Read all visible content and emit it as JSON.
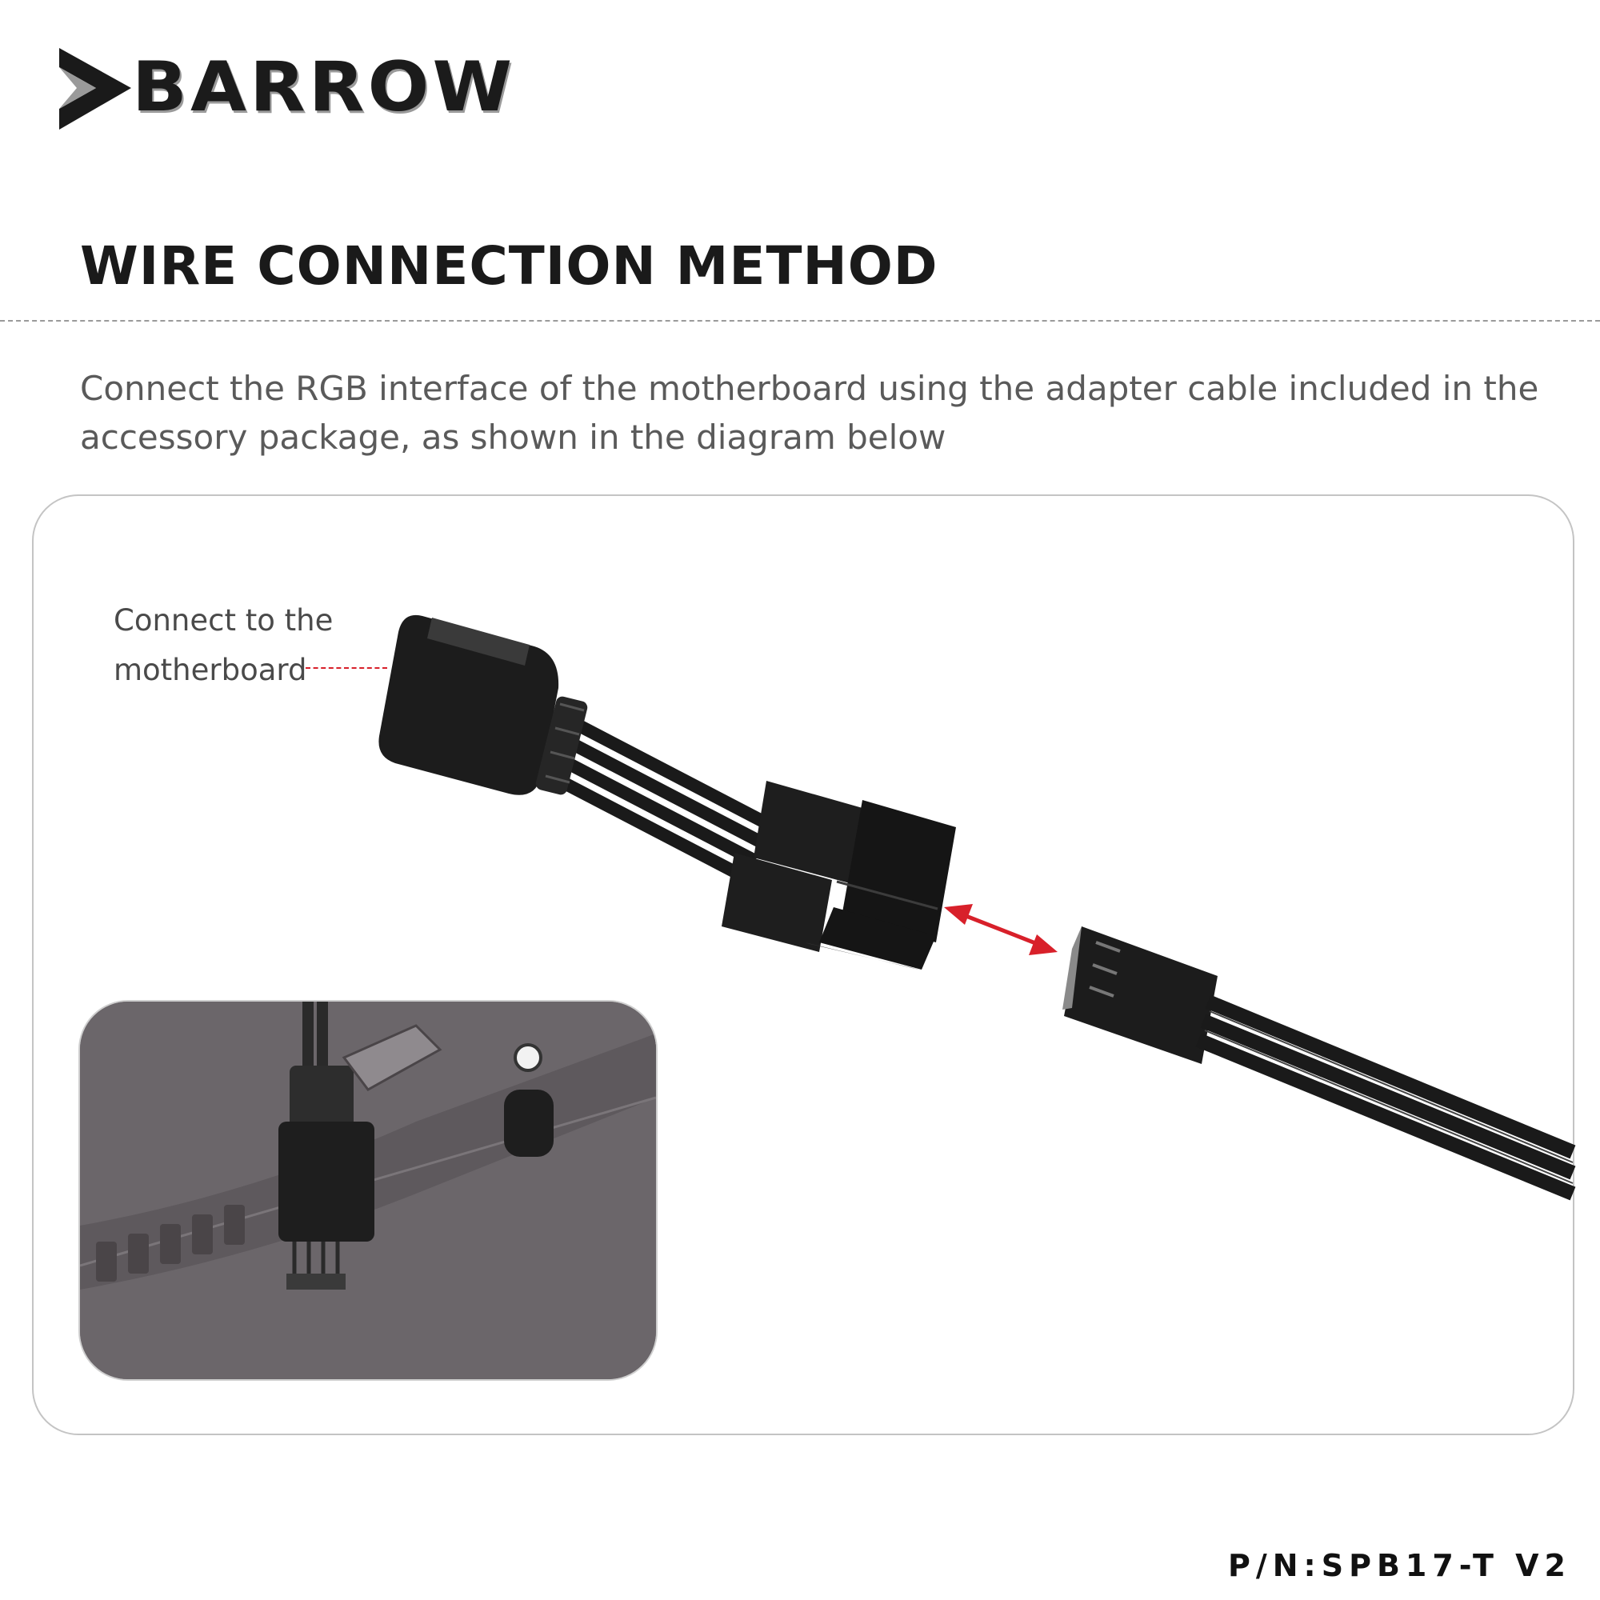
{
  "brand": {
    "name": "BARROW"
  },
  "heading": "WIRE CONNECTION METHOD",
  "intro": "Connect the RGB interface of the motherboard using the adapter cable included in the accessory package, as shown in the diagram below",
  "callout": {
    "line1": "Connect to the",
    "line2": "motherboard"
  },
  "part_number": "P/N:SPB17-T V2",
  "colors": {
    "accent_red": "#d8202a",
    "connector": "#1c1c1c",
    "board": "#6b666a"
  },
  "icons": {
    "logo": "arrow-chevron-logo-icon",
    "connection_arrow": "double-arrow-icon"
  }
}
